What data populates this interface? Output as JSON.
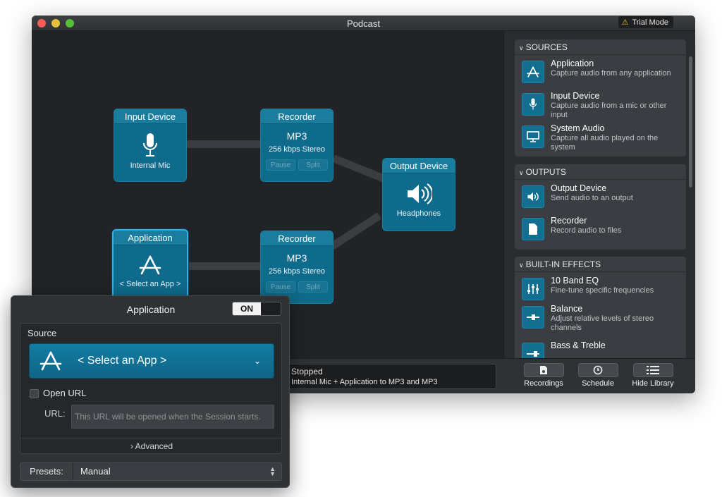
{
  "window": {
    "title": "Podcast",
    "trial_badge": "Trial Mode"
  },
  "nodes": {
    "input_device": {
      "title": "Input Device",
      "label": "Internal Mic",
      "icon": "microphone-icon"
    },
    "recorder_top": {
      "title": "Recorder",
      "format": "MP3",
      "rate": "256 kbps Stereo",
      "pause": "Pause",
      "split": "Split"
    },
    "output_device": {
      "title": "Output Device",
      "label": "Headphones",
      "icon": "speaker-icon"
    },
    "application": {
      "title": "Application",
      "label": "< Select an App >",
      "icon": "app-store-icon"
    },
    "recorder_bottom": {
      "title": "Recorder",
      "format": "MP3",
      "rate": "256 kbps Stereo",
      "pause": "Pause",
      "split": "Split"
    }
  },
  "library": {
    "sources": {
      "header": "SOURCES",
      "items": [
        {
          "title": "Application",
          "desc": "Capture audio from any application",
          "icon": "app-store-icon"
        },
        {
          "title": "Input Device",
          "desc": "Capture audio from a mic or other input",
          "icon": "microphone-icon"
        },
        {
          "title": "System Audio",
          "desc": "Capture all audio played on the system",
          "icon": "monitor-icon"
        }
      ]
    },
    "outputs": {
      "header": "OUTPUTS",
      "items": [
        {
          "title": "Output Device",
          "desc": "Send audio to an output",
          "icon": "speaker-icon"
        },
        {
          "title": "Recorder",
          "desc": "Record audio to files",
          "icon": "document-icon"
        }
      ]
    },
    "effects": {
      "header": "BUILT-IN EFFECTS",
      "items": [
        {
          "title": "10 Band EQ",
          "desc": "Fine-tune specific frequencies",
          "icon": "equalizer-icon"
        },
        {
          "title": "Balance",
          "desc": "Adjust relative levels of stereo channels",
          "icon": "balance-slider-icon"
        },
        {
          "title": "Bass & Treble",
          "desc": "",
          "icon": "slider-icon"
        }
      ]
    }
  },
  "status": {
    "state": "Stopped",
    "detail": "Internal Mic + Application to MP3 and MP3"
  },
  "toolbar": {
    "recordings": "Recordings",
    "schedule": "Schedule",
    "hide_library": "Hide Library"
  },
  "popover": {
    "title": "Application",
    "toggle": "ON",
    "source_label": "Source",
    "select_value": "< Select an App >",
    "open_url": "Open URL",
    "url_label": "URL:",
    "url_placeholder": "This URL will be opened when the Session starts.",
    "advanced": "Advanced",
    "presets_label": "Presets:",
    "presets_value": "Manual"
  },
  "colors": {
    "accent": "#0f6b8c",
    "selection": "#2fb1ea",
    "window_bg": "#26292d"
  }
}
